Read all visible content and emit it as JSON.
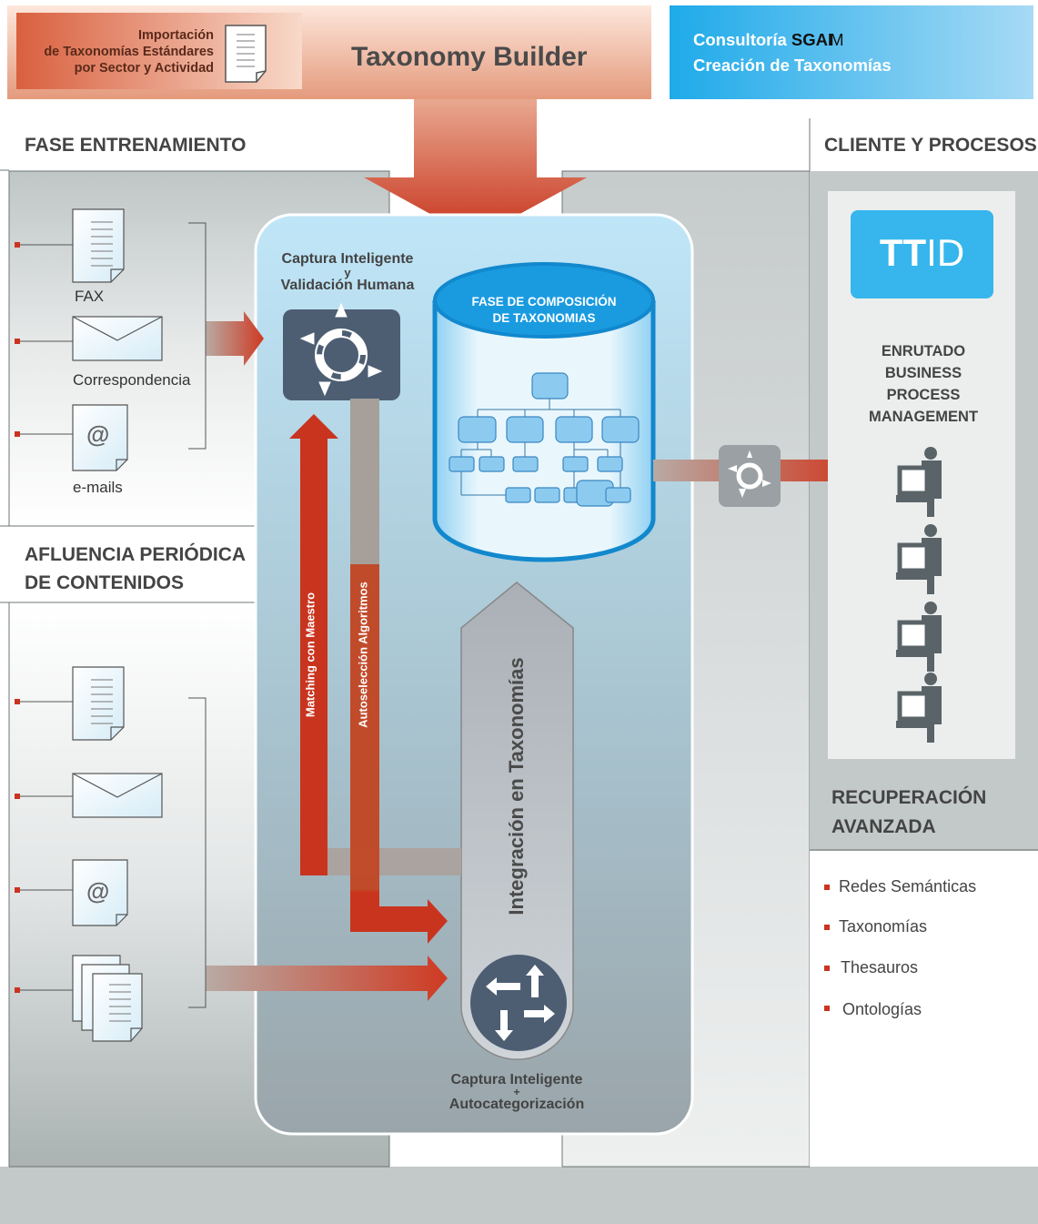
{
  "header": {
    "import_label": [
      "Importación",
      "de Taxonomías Estándares",
      "por Sector y Actividad"
    ],
    "title": "Taxonomy Builder",
    "consultoria_prefix": "Consultoría",
    "brand": "SGAIM",
    "brand_strong": "SGAI",
    "brand_light": "M",
    "creacion": "Creación de Taxonomías"
  },
  "left": {
    "fase_entrenamiento": "FASE ENTRENAMIENTO",
    "fax_label": "FAX",
    "correspondencia_label": "Correspondencia",
    "emails_label": "e-mails",
    "at_symbol": "@",
    "afluencia": [
      "AFLUENCIA PERIÓDICA",
      "DE CONTENIDOS"
    ]
  },
  "center": {
    "captura_validacion": [
      "Captura Inteligente",
      "y",
      "Validación Humana"
    ],
    "fase_composicion": [
      "FASE DE COMPOSICIÓN",
      "DE TAXONOMIAS"
    ],
    "matching": "Matching con Maestro",
    "autoseleccion": "Autoselección Algoritmos",
    "integracion": "Integración en Taxonomías",
    "captura_auto": [
      "Captura Inteligente",
      "+",
      "Autocategorización"
    ]
  },
  "right": {
    "cliente": "CLIENTE Y PROCESOS",
    "ttid_strong": "TT",
    "ttid_light": "ID",
    "enrutado": [
      "ENRUTADO",
      "BUSINESS",
      "PROCESS",
      "MANAGEMENT"
    ],
    "recuperacion": [
      "RECUPERACIÓN",
      "AVANZADA"
    ],
    "items": [
      "Redes Semánticas",
      "Taxonomías",
      "Thesauros",
      "Ontologías"
    ]
  },
  "colors": {
    "red": "#c9341f",
    "salmon": "#e07a5a",
    "cyan": "#36b6ec",
    "slate": "#4d5e73",
    "panel_gray": "#c3c9c9",
    "text_dark": "#444444"
  },
  "icons": [
    "document-icon",
    "envelope-icon",
    "at-sign-icon",
    "stacked-documents-icon",
    "routing-arrows-icon",
    "database-cylinder-icon",
    "org-tree-icon",
    "user-workstation-icon",
    "bullet-icon"
  ]
}
